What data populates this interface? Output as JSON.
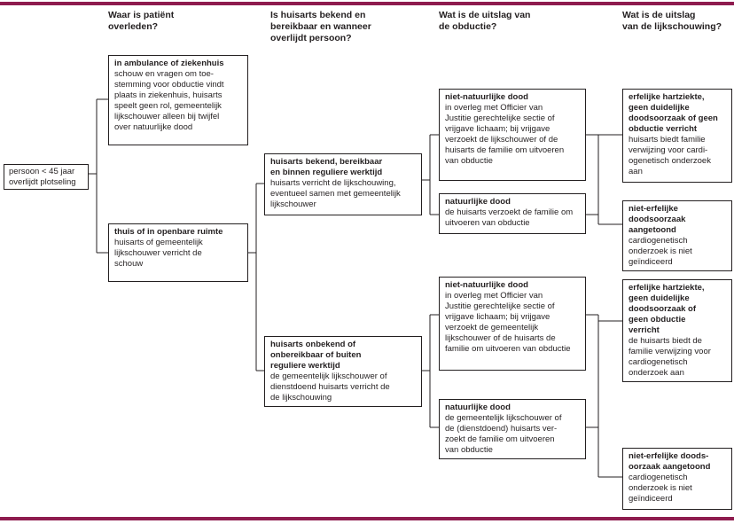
{
  "accent_color": "#8e1b4e",
  "line_color": "#231f20",
  "headers": {
    "col1": "Waar is patiënt\noverleden?",
    "col2": "Is huisarts bekend en\nbereikbaar en wanneer\noverlijdt persoon?",
    "col3": "Wat is de uitslag van\nde obductie?",
    "col4": "Wat is de uitslag\nvan de lijkschouwing?"
  },
  "nodes": {
    "start": {
      "body": "persoon < 45 jaar\noverlijdt plotseling"
    },
    "ambulance_ziekenhuis": {
      "title": "in ambulance of ziekenhuis",
      "body": "schouw en vragen om toe-\nstemming voor obductie vindt\nplaats in ziekenhuis, huisarts\nspeelt geen rol, gemeentelijk\nlijkschouwer alleen bij twijfel\nover natuurlijke dood"
    },
    "thuis_openbare_ruimte": {
      "title": "thuis of in openbare ruimte",
      "body": "huisarts of gemeentelijk\nlijkschouwer verricht de\nschouw"
    },
    "huisarts_bekend": {
      "title": "huisarts bekend, bereikbaar\nen binnen reguliere werktijd",
      "body": "huisarts verricht de lijkschouwing,\neventueel samen met gemeentelijk\nlijkschouwer"
    },
    "huisarts_onbekend": {
      "title": "huisarts onbekend of\nonbereikbaar of buiten\nreguliere werktijd",
      "body": "de gemeentelijk lijkschouwer of\ndienstdoend huisarts verricht de\nde lijkschouwing"
    },
    "niet_natuurlijke_dood_boven": {
      "title": "niet-natuurlijke dood",
      "body": "in overleg met Officier van\nJustitie gerechtelijke sectie of\nvrijgave lichaam; bij vrijgave\nverzoekt de lijkschouwer of de\nhuisarts de familie om uitvoeren\nvan obductie"
    },
    "natuurlijke_dood_boven": {
      "title": "natuurlijke dood",
      "body": "de huisarts verzoekt de familie om\nuitvoeren van obductie"
    },
    "niet_natuurlijke_dood_onder": {
      "title": "niet-natuurlijke dood",
      "body": "in overleg met Officier van\nJustitie gerechtelijke sectie of\nvrijgave lichaam; bij vrijgave\nverzoekt de gemeentelijk\nlijkschouwer of de huisarts de\nfamilie om uitvoeren van obductie"
    },
    "natuurlijke_dood_onder": {
      "title": "natuurlijke dood",
      "body": "de gemeentelijk lijkschouwer of\nde (dienstdoend) huisarts ver-\nzoekt de familie om uitvoeren\nvan obductie"
    },
    "erfelijke_hartziekte_boven": {
      "title": "erfelijke hartziekte,\ngeen duidelijke\ndoodsoorzaak of geen\nobductie verricht",
      "body": "huisarts biedt familie\nverwijzing voor cardi-\nogenetisch onderzoek\naan"
    },
    "niet_erfelijk_boven": {
      "title": "niet-erfelijke\ndoodsoorzaak\naangetoond",
      "body": "cardiogenetisch\nonderzoek is niet\ngeïndiceerd"
    },
    "erfelijke_hartziekte_onder": {
      "title": "erfelijke hartziekte,\ngeen duidelijke\ndoodsoorzaak of\ngeen obductie\nverricht",
      "body": "de huisarts biedt de\nfamilie verwijzing voor\ncardiogenetisch\nonderzoek aan"
    },
    "niet_erfelijk_onder": {
      "title": "niet-erfelijke doods-\noorzaak aangetoond",
      "body": "cardiogenetisch\nonderzoek is niet\ngeïndiceerd"
    }
  }
}
